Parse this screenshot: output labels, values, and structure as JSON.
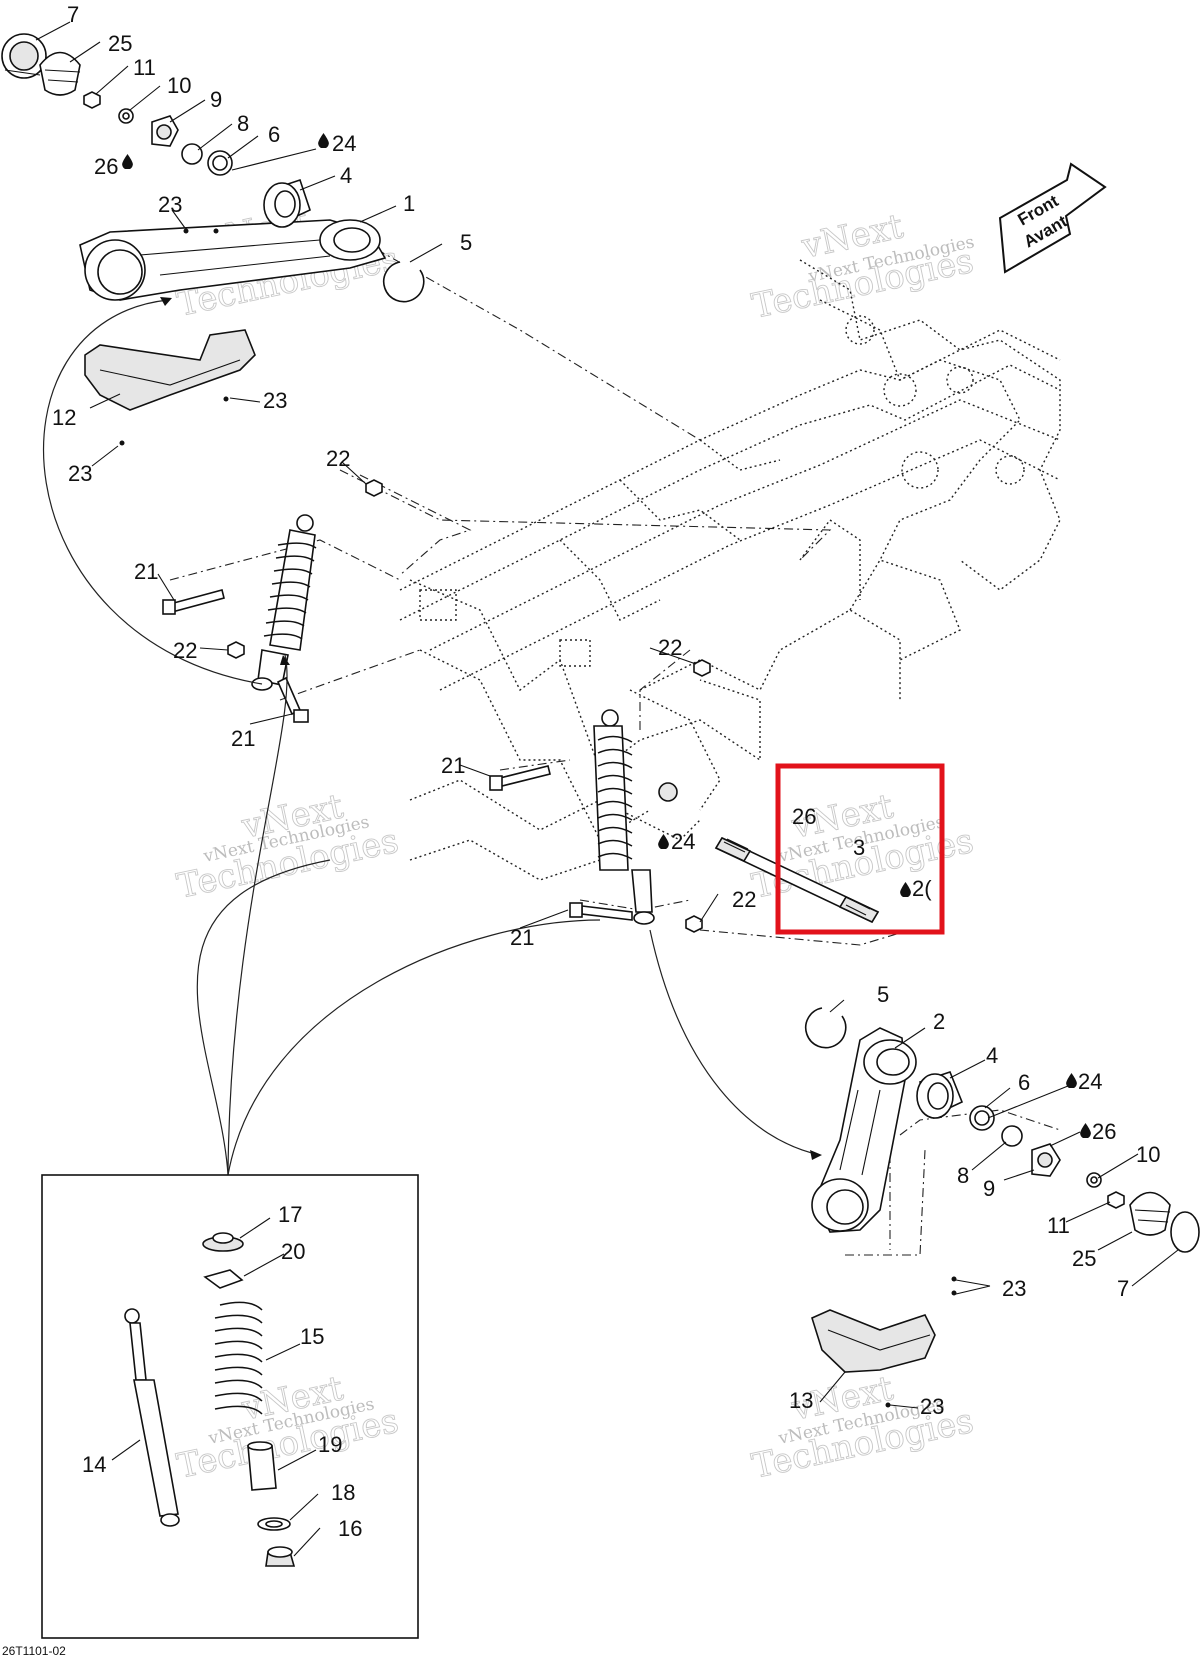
{
  "figure_id": "26T1101-02",
  "front_arrow": {
    "line1": "Front",
    "line2": "Avant"
  },
  "watermark": {
    "brand": "vNext",
    "line": "vNext Technologies",
    "tech": "Technologies"
  },
  "callouts": {
    "c1": "1",
    "c2": "2",
    "c3": "3",
    "c4a": "4",
    "c4b": "4",
    "c5a": "5",
    "c5b": "5",
    "c6a": "6",
    "c6b": "6",
    "c7a": "7",
    "c7b": "7",
    "c8a": "8",
    "c8b": "8",
    "c9a": "9",
    "c9b": "9",
    "c10a": "10",
    "c10b": "10",
    "c11a": "11",
    "c11b": "11",
    "c12": "12",
    "c13": "13",
    "c14": "14",
    "c15": "15",
    "c16": "16",
    "c17": "17",
    "c18": "18",
    "c19": "19",
    "c20": "20",
    "c21a": "21",
    "c21b": "21",
    "c21c": "21",
    "c21d": "21",
    "c22a": "22",
    "c22b": "22",
    "c22c": "22",
    "c22d": "22",
    "c23a": "23",
    "c23b": "23",
    "c23c": "23",
    "c23d": "23",
    "c23e": "23",
    "c24a": "24",
    "c24b": "24",
    "c24c": "24",
    "c25a": "25",
    "c25b": "25",
    "c26a": "26",
    "c26b": "26",
    "c26c": "26",
    "c26d": "2("
  },
  "highlight": {
    "color": "#e2121b",
    "target": "3"
  },
  "colors": {
    "line": "#111111",
    "watermark": "#c8c8c8"
  }
}
